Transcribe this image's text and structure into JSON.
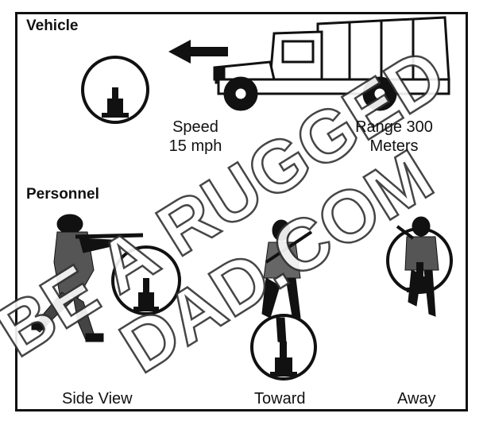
{
  "sections": {
    "vehicle": "Vehicle",
    "personnel": "Personnel"
  },
  "vehicle_specs": {
    "speed_line1": "Speed",
    "speed_line2": "15 mph",
    "range_line1": "Range 300",
    "range_line2": "Meters"
  },
  "captions": {
    "side_view": "Side View",
    "toward": "Toward",
    "away": "Away"
  },
  "watermark": {
    "line1": "BE A RUGGED",
    "line2": "DAD.COM"
  },
  "colors": {
    "ink": "#111111",
    "paper": "#ffffff",
    "watermark_fill": "#ffffff",
    "watermark_stroke": "#333333"
  },
  "icons": [
    "arrow-left-icon",
    "military-truck-icon",
    "soldier-aiming-icon",
    "soldier-running-icon",
    "aiming-reticle-icon"
  ]
}
